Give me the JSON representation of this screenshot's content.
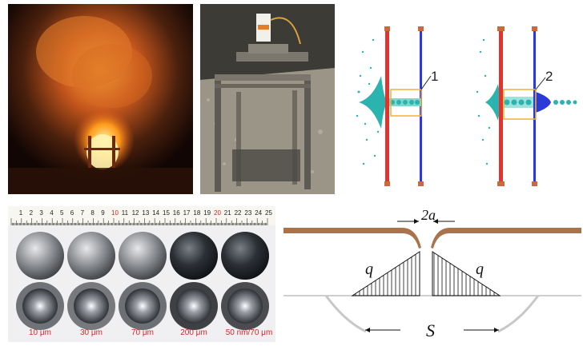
{
  "figure": {
    "simulation": {
      "callouts": [
        "1",
        "2"
      ],
      "colors": {
        "left_plate": "#e8312b",
        "right_plate": "#2a3ad8",
        "debris": "#2bb3b0",
        "highlight_box": "#f2b133"
      }
    },
    "samples": {
      "ruler_numbers": [
        "1",
        "2",
        "3",
        "4",
        "5",
        "6",
        "7",
        "8",
        "9",
        "10",
        "11",
        "12",
        "13",
        "14",
        "15",
        "16",
        "17",
        "18",
        "19",
        "20",
        "21",
        "22",
        "23",
        "24",
        "25"
      ],
      "labels": [
        "10 μm",
        "30 μm",
        "70 μm",
        "200 μm",
        "50 nm/70 μm"
      ],
      "label_color": "#cc2a2a"
    },
    "diagram": {
      "gap_label": "2a",
      "load_left": "q",
      "load_right": "q",
      "span_label": "S"
    }
  }
}
